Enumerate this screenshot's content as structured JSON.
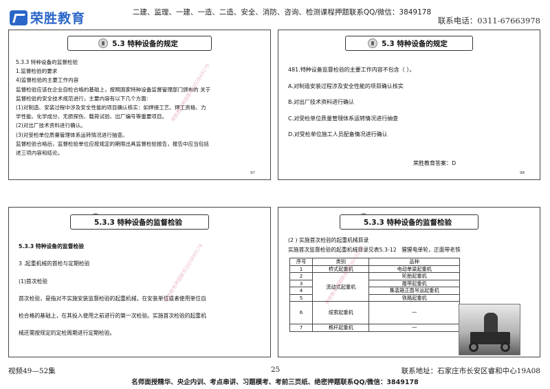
{
  "header": {
    "logo_text": "荣胜教育",
    "banner": "二建、监理、一建、一造、二造、安全、消防、咨询、检测课程押题联系QQ/微信：3849178",
    "phone": "联系电话：0311-67663978"
  },
  "slide1": {
    "title": "5.3 特种设备的规定",
    "lines": [
      "5.3.3  特种设备的监督检验",
      "1.监督检验的要求",
      "4)监督检验的主要工作内容",
      "监督检验应该在企业自检合格的基础上，按照国家特种设备监督管理部门颁布的 关于",
      "监督检验的安全技术规范进行，主要内容有以下几个方面:",
      "(1)对制造、安装过程中涉及安全性能的项目确认核实：如焊接工艺、焊工资格、力",
      "学性能、化学成分、无损探伤、载荷试验、出厂编号等重要项目。",
      "(2)对出厂技术资料进行确认。",
      "(3)对受检单位质量管理体系运转情况进行抽查。",
      "监督检验合格后，监督检验单位应按规定的期限出具监督检验报告，报告中应当包括",
      "述三项内容和结论。"
    ],
    "page": "97"
  },
  "slide2": {
    "title": "5.3 特种设备的规定",
    "question": "481.特种设备监督检验的主要工作内容不包含（   ）。",
    "options": [
      "A.对制造安装过程涉及安全性能的项目确认核实",
      "B.对出厂技术资料进行确认",
      "C.对受检单位质量管理体系运转情况进行抽查",
      "D.对受检单位施工人员配备情况进行确认"
    ],
    "answer": "荣胜教育答案：D",
    "page": "98"
  },
  "slide3": {
    "title": "5.3.3 特种设备的监督检验",
    "lines": [
      "5.3.3 特种设备的监督检验",
      "3 .起重机械的首检与定期检验",
      "(1)首次检验",
      "首次检验，是指对不实施安装监督检验的起重机械，在安装单位或者使用单位自",
      "检合格的基础上，在其投入使用之前进行的第一次检验。实施首次检验的起重机",
      "械还需按规定的定检周期进行定期检验。"
    ]
  },
  "slide4": {
    "title": "5.3.3 特种设备的监督检验",
    "line1": "(2 ) 实施首次检验的起重机械目录",
    "line2": "实施首次监督检验的起重机械目录见表5.3-12",
    "line2_note": "猩猩电单轮，正面带老铁",
    "table": {
      "headers": [
        "序号",
        "类别",
        "品种"
      ],
      "rows": [
        [
          "1",
          "桥式起重机",
          "电动单梁起重机"
        ],
        [
          "2",
          "",
          "轮胎起重机"
        ],
        [
          "3",
          "",
          "履带起重机"
        ],
        [
          "4",
          "",
          "集装箱正面吊运起重机"
        ],
        [
          "5",
          "",
          "铁路起重机"
        ],
        [
          "6",
          "缆索起重机",
          "一"
        ],
        [
          "7",
          "桅杆起重机",
          "一"
        ]
      ],
      "merged_category": "流动式起重机"
    }
  },
  "watermark": "荣胜教育押题联系QQ3849178",
  "footer": {
    "left": "视频49—52集",
    "page": "25",
    "address": "联系地址：石家庄市长安区睿和中心19A08",
    "banner": "名师面授精华、央企内训、考点串讲、习题模考、考前三页纸、绝密押题联系QQ/微信：3849178"
  }
}
